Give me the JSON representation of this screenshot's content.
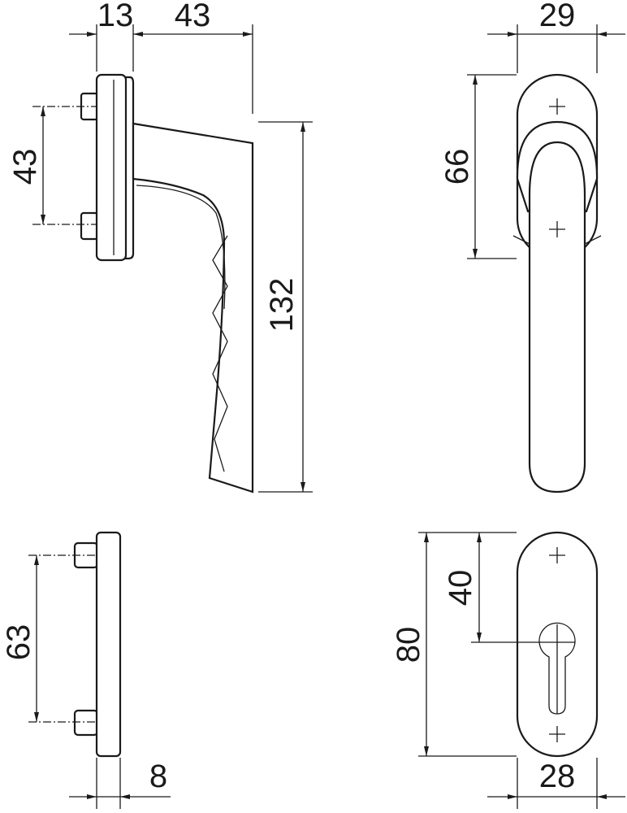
{
  "drawing": {
    "side_view": {
      "width_rosette": "13",
      "projection": "43",
      "pin_spacing": "43",
      "handle_length": "132"
    },
    "front_view": {
      "rosette_width": "29",
      "rosette_height": "66"
    },
    "plate_side": {
      "pin_spacing": "63",
      "thickness": "8"
    },
    "plate_front": {
      "cylinder_offset": "40",
      "height": "80",
      "width": "28"
    }
  }
}
